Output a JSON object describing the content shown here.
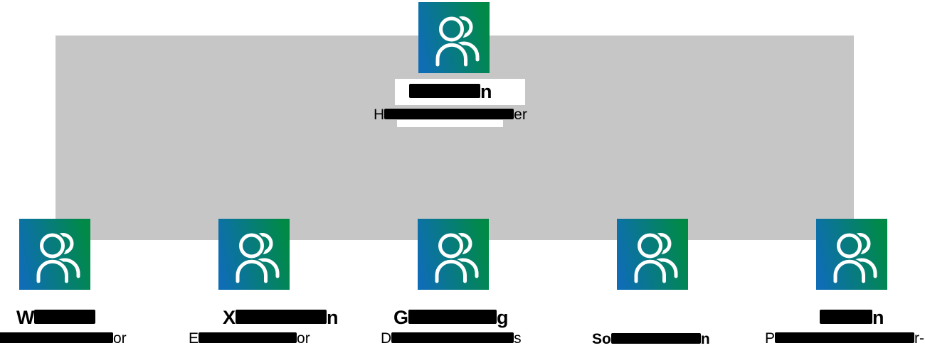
{
  "chart_kind": "organization-chart",
  "colors": {
    "connector_band": "#c6c6c6",
    "icon_gradient_start": "#0e6db4",
    "icon_gradient_end": "#008a45",
    "icon_glyph": "#ffffff",
    "text": "#000000",
    "name_plate": "#ffffff"
  },
  "icon": {
    "name": "people-icon",
    "description": "two-person outline on blue-to-green gradient square"
  },
  "root": {
    "name": {
      "redacted": true,
      "visible_prefix": "",
      "visible_suffix": "n"
    },
    "title": {
      "redacted": true,
      "visible_prefix": "H",
      "visible_suffix": "er"
    }
  },
  "children": [
    {
      "id": "child-1",
      "name": {
        "redacted": true,
        "visible_prefix": "W",
        "visible_suffix": ""
      },
      "title": {
        "redacted": true,
        "visible_prefix": "",
        "visible_suffix": "or"
      }
    },
    {
      "id": "child-2",
      "name": {
        "redacted": true,
        "visible_prefix": "X",
        "visible_suffix": "n"
      },
      "title": {
        "redacted": true,
        "visible_prefix": "E",
        "visible_suffix": "or"
      }
    },
    {
      "id": "child-3",
      "name": {
        "redacted": true,
        "visible_prefix": "G",
        "visible_suffix": "g"
      },
      "title": {
        "redacted": true,
        "visible_prefix": "D",
        "visible_suffix": "s"
      }
    },
    {
      "id": "child-4",
      "name": null,
      "title": {
        "redacted": true,
        "visible_prefix": "So",
        "visible_suffix": "n"
      }
    },
    {
      "id": "child-5",
      "name": {
        "redacted": true,
        "visible_prefix": "",
        "visible_suffix": "n"
      },
      "title": {
        "redacted": true,
        "visible_prefix": "P",
        "visible_suffix": "r-"
      }
    }
  ]
}
